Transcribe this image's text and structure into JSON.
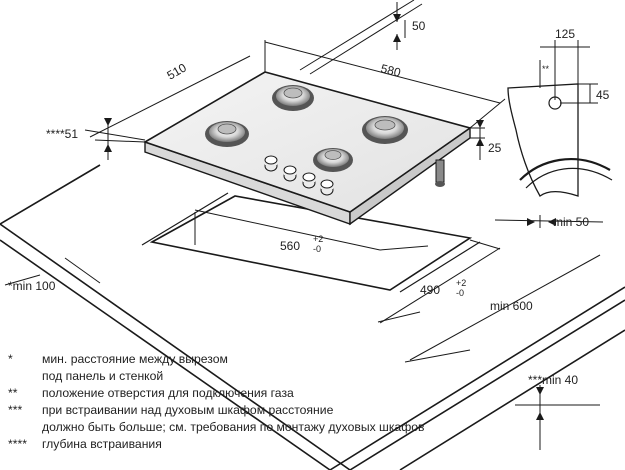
{
  "dimensions": {
    "d50": "50",
    "d510": "510",
    "d580": "580",
    "d51": "****51",
    "d25": "25",
    "d125": "125",
    "dstar2": "**",
    "d45": "45",
    "min50": "min 50",
    "d560": "560",
    "d560_tol_plus": "+2",
    "d560_tol_minus": "-0",
    "min100": "*min 100",
    "d490": "490",
    "d490_tol_plus": "+2",
    "d490_tol_minus": "-0",
    "min600": "min 600",
    "min40": "***min 40"
  },
  "legend": [
    {
      "mark": "*",
      "lines": [
        "мин. расстояние между вырезом",
        "под панель и стенкой"
      ]
    },
    {
      "mark": "**",
      "lines": [
        "положение отверстия для подключения газа"
      ]
    },
    {
      "mark": "***",
      "lines": [
        "при встраивании над духовым шкафом расстояние",
        "должно быть больше; см. требования по монтажу духовых шкафов"
      ]
    },
    {
      "mark": "****",
      "lines": [
        "глубина встраивания"
      ]
    }
  ]
}
